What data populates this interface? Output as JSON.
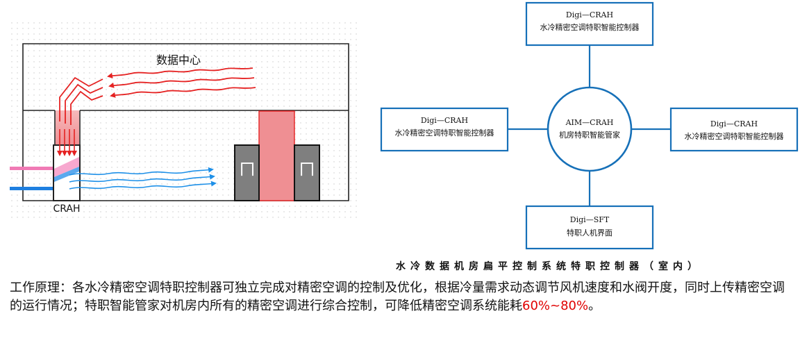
{
  "room": {
    "label": "数据中心",
    "unit_label": "CRAH",
    "rack_symbol": "ㄇ"
  },
  "network": {
    "center": {
      "title": "AIM—CRAH",
      "subtitle": "机房特职智能管家"
    },
    "top": {
      "title": "Digi—CRAH",
      "subtitle": "水冷精密空调特职智能控制器"
    },
    "left": {
      "title": "Digi—CRAH",
      "subtitle": "水冷精密空调特职智能控制器"
    },
    "right": {
      "title": "Digi—CRAH",
      "subtitle": "水冷精密空调特职智能控制器"
    },
    "bottom": {
      "title": "Digi—SFT",
      "subtitle": "特职人机界面"
    }
  },
  "caption": "水冷数据机房扁平控制系统特职控制器（室内）",
  "description": {
    "lead": "工作原理：",
    "body": "各水冷精密空调特职控制器可独立完成对精密空调的控制及优化，根据冷量需求动态调节风机速度和水阀开度，同时上传精密空调的运行情况；特职智能管家对机房内所有的精密空调进行综合控制，可降低精密空调系统能耗",
    "highlight": "60%~80%",
    "tail": "。"
  },
  "colors": {
    "hot_air": "#e52222",
    "cold_air": "#1e90e8",
    "hot_aisle": "#ef8f93",
    "rack": "#7f7f7f",
    "network_line": "#1670b8",
    "highlight": "#e00000"
  }
}
